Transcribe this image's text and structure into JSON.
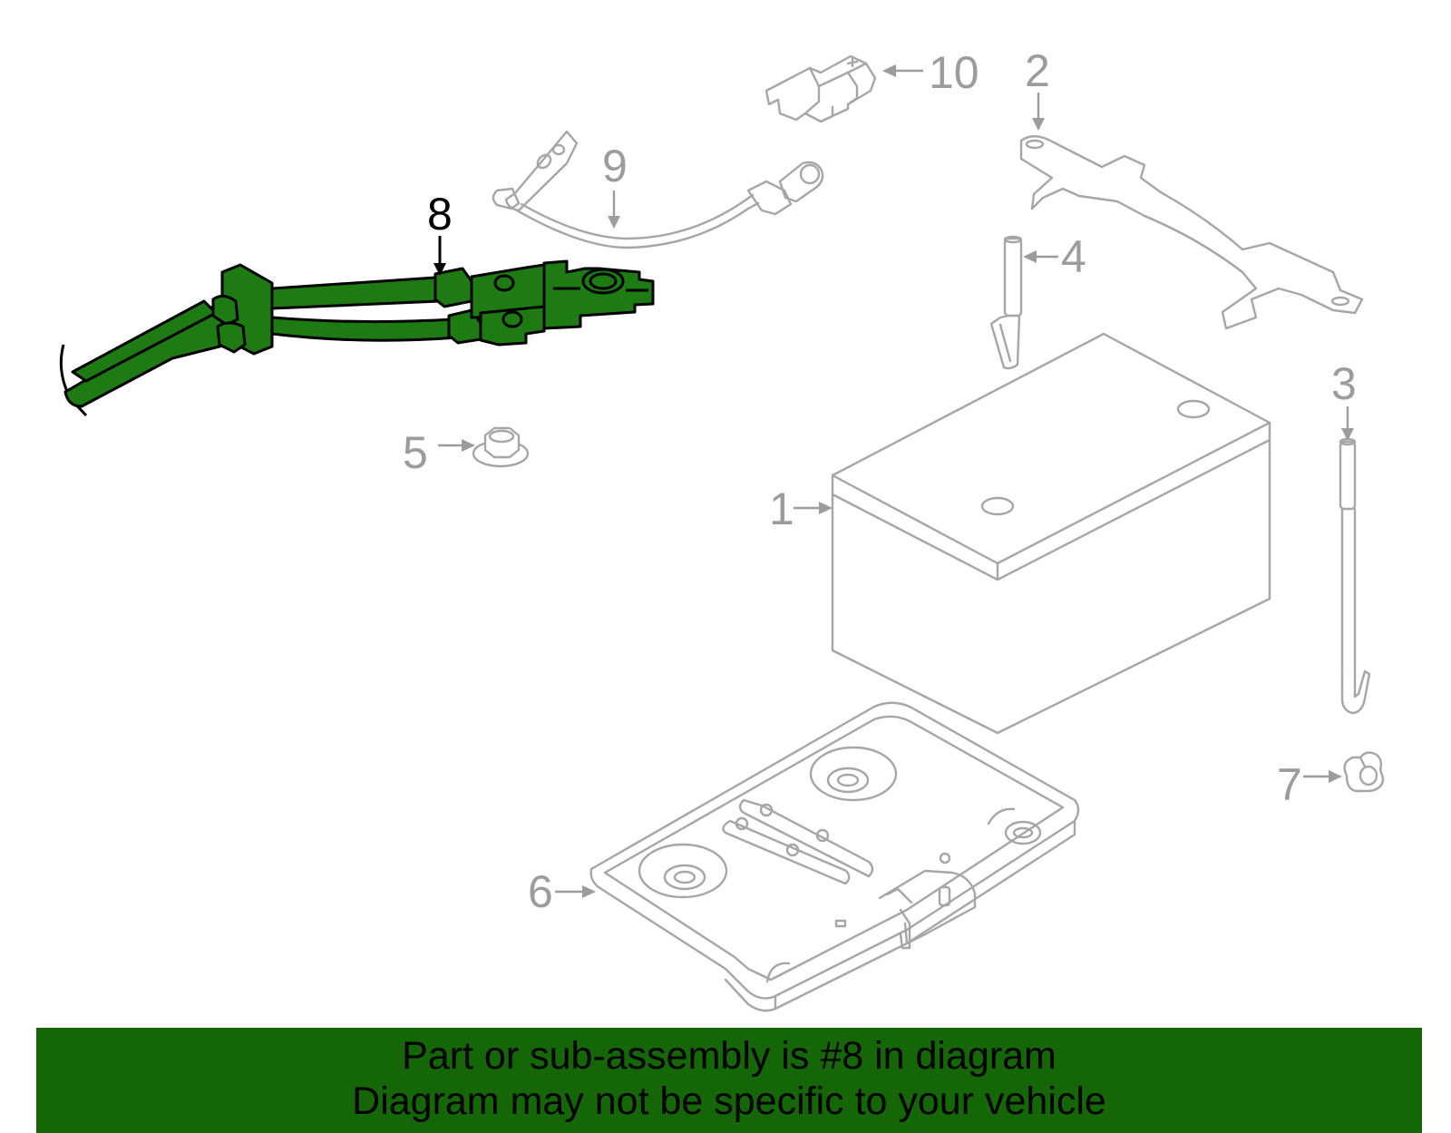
{
  "callouts": {
    "c1": "1",
    "c2": "2",
    "c3": "3",
    "c4": "4",
    "c5": "5",
    "c6": "6",
    "c7": "7",
    "c8": "8",
    "c9": "9",
    "c10": "10"
  },
  "highlighted_part": "8",
  "colors": {
    "highlight_fill": "#1e7a12",
    "banner_background": "#156606",
    "part_stroke": "#a6a6a6"
  },
  "banner": {
    "line1": "Part or sub-assembly is #8 in diagram",
    "line2": "Diagram may not be specific to your vehicle"
  }
}
